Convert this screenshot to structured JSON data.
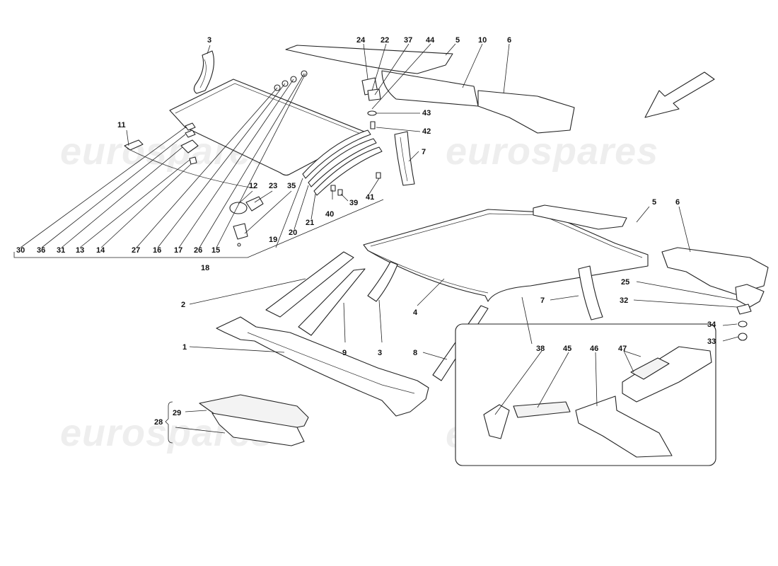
{
  "watermarks": [
    "eurospares",
    "eurospares",
    "eurospares",
    "eurospares"
  ],
  "labels": {
    "l3a": "3",
    "l24": "24",
    "l22": "22",
    "l37": "37",
    "l44": "44",
    "l5a": "5",
    "l10": "10",
    "l6a": "6",
    "l11": "11",
    "l43": "43",
    "l42": "42",
    "l7a": "7",
    "l12": "12",
    "l23": "23",
    "l35": "35",
    "l39": "39",
    "l41": "41",
    "l40": "40",
    "l21": "21",
    "l20": "20",
    "l19": "19",
    "l30": "30",
    "l36": "36",
    "l31": "31",
    "l13": "13",
    "l14": "14",
    "l27": "27",
    "l16": "16",
    "l17": "17",
    "l26": "26",
    "l15": "15",
    "l18": "18",
    "l5b": "5",
    "l6b": "6",
    "l2": "2",
    "l4": "4",
    "l7b": "7",
    "l25": "25",
    "l32": "32",
    "l34": "34",
    "l33": "33",
    "l1": "1",
    "l9": "9",
    "l3b": "3",
    "l8": "8",
    "l38": "38",
    "l45": "45",
    "l46": "46",
    "l47": "47",
    "l29": "29",
    "l28": "28"
  },
  "colors": {
    "line": "#222222",
    "watermark": "#eeeeee",
    "background": "#ffffff"
  },
  "icons": {
    "direction-arrow": "arrow-down-left"
  }
}
